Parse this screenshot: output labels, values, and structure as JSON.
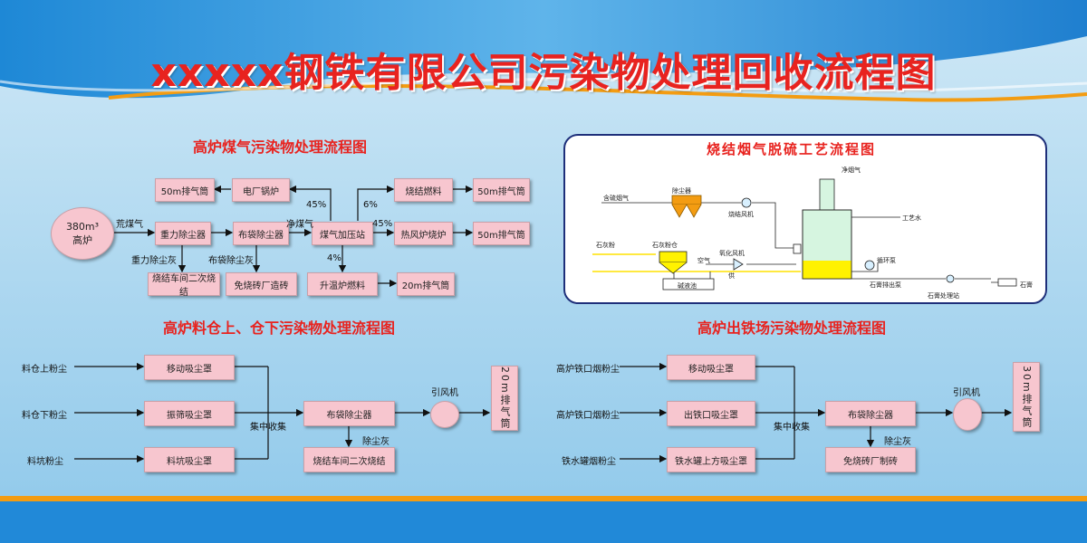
{
  "title": "xxxxx钢铁有限公司污染物处理回收流程图",
  "colors": {
    "title": "#e8231f",
    "box_fill": "#f7c6cf",
    "panel_border": "#1e2f7a",
    "stripe_orange": "#f39c12"
  },
  "gas": {
    "heading": "高炉煤气污染物处理流程图",
    "furnace": {
      "line1": "380m³",
      "line2": "高炉"
    },
    "boxes": {
      "chimney_top": "50m排气筒",
      "power_boiler": "电厂锅炉",
      "gravity_dust": "重力除尘器",
      "bag_dust": "布袋除尘器",
      "pressure_station": "煤气加压站",
      "sinter_fuel": "烧结燃料",
      "chimney_sinter": "50m排气筒",
      "hot_blast": "热风炉烧炉",
      "chimney_hot": "50m排气筒",
      "secondary_sinter": "烧结车间二次烧结",
      "brick": "免烧砖厂造砖",
      "heating_fuel": "升温炉燃料",
      "chimney_20": "20m排气筒"
    },
    "labels": {
      "raw_gas": "荒煤气",
      "clean_gas": "净煤气",
      "p45a": "45%",
      "p6": "6%",
      "p45b": "45%",
      "p4": "4%",
      "gravity_ash": "重力除尘灰",
      "bag_ash": "布袋除尘灰"
    }
  },
  "desulf": {
    "heading": "烧结烟气脱硫工艺流程图",
    "labels": {
      "clean_flue": "净烟气",
      "sulfur_flue": "含硫烟气",
      "dust_collector": "除尘器",
      "sinter_fan": "烧结风机",
      "process_water": "工艺水",
      "lime_powder": "石灰粉",
      "lime_silo": "石灰粉仓",
      "oxidation_fan": "氧化风机",
      "air": "空气",
      "supply": "供",
      "alkali_pool": "碱液池",
      "circulation_pump": "循环泵",
      "gypsum_pump": "石膏排出泵",
      "gypsum": "石膏",
      "gypsum_station": "石膏处理站"
    }
  },
  "silo": {
    "heading": "高炉料仓上、仓下污染物处理流程图",
    "sources": [
      "料仓上粉尘",
      "料仓下粉尘",
      "料坑粉尘"
    ],
    "hoods": [
      "移动吸尘罩",
      "振筛吸尘罩",
      "料坑吸尘罩"
    ],
    "collect": "集中收集",
    "bag": "布袋除尘器",
    "fan": "引风机",
    "chimney": "20m排气筒",
    "ash_label": "除尘灰",
    "reuse": "烧结车间二次烧结"
  },
  "taphole": {
    "heading": "高炉出铁场污染物处理流程图",
    "sources": [
      "高炉铁口烟粉尘",
      "高炉铁口烟粉尘",
      "铁水罐烟粉尘"
    ],
    "hoods": [
      "移动吸尘罩",
      "出铁口吸尘罩",
      "铁水罐上方吸尘罩"
    ],
    "collect": "集中收集",
    "bag": "布袋除尘器",
    "fan": "引风机",
    "chimney": "30m排气筒",
    "ash_label": "除尘灰",
    "reuse": "免烧砖厂制砖"
  }
}
